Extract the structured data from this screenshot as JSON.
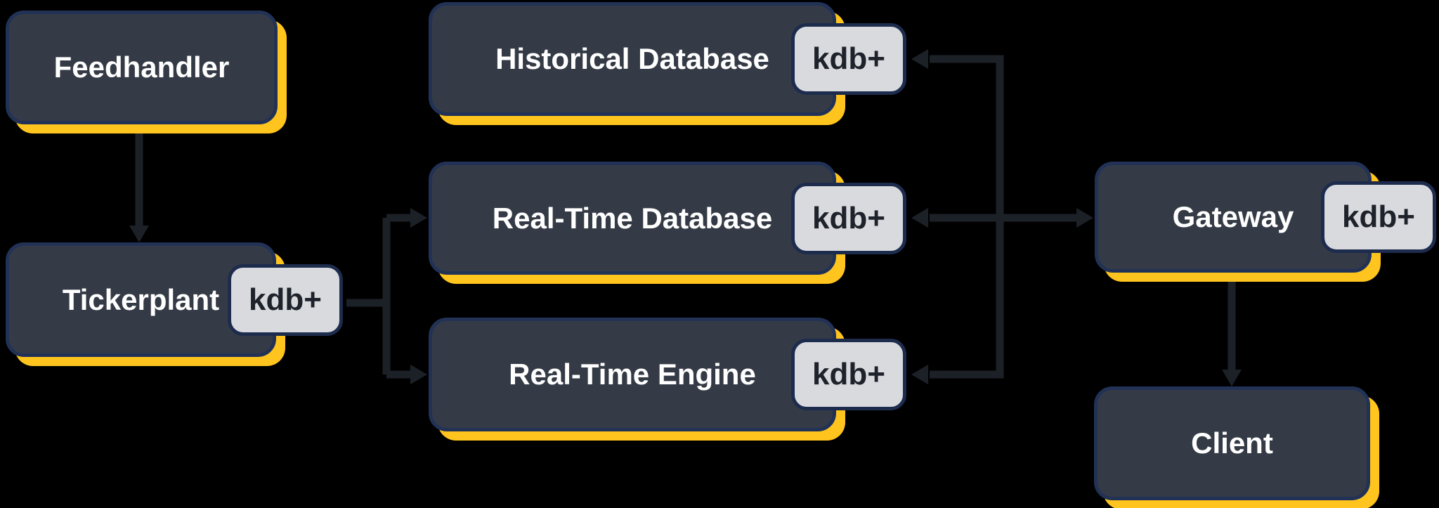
{
  "colors": {
    "background": "#000000",
    "node_fill": "#353b46",
    "node_border": "#223256",
    "node_shadow_yellow": "#ffc41d",
    "node_text": "#ffffff",
    "badge_fill": "#d8dade",
    "badge_border": "#1d2b4d",
    "badge_text": "#1e222a",
    "arrow": "#1c2127"
  },
  "nodes": [
    {
      "id": "feedhandler",
      "label": "Feedhandler"
    },
    {
      "id": "tickerplant",
      "label": "Tickerplant",
      "badge": "kdb+"
    },
    {
      "id": "historical-database",
      "label": "Historical Database",
      "badge": "kdb+"
    },
    {
      "id": "real-time-database",
      "label": "Real-Time Database",
      "badge": "kdb+"
    },
    {
      "id": "real-time-engine",
      "label": "Real-Time Engine",
      "badge": "kdb+"
    },
    {
      "id": "gateway",
      "label": "Gateway",
      "badge": "kdb+"
    },
    {
      "id": "client",
      "label": "Client"
    }
  ],
  "edges": [
    {
      "from": "Feedhandler",
      "to": "Tickerplant",
      "style": "arrow"
    },
    {
      "from": "Tickerplant (kdb+)",
      "to": "Real-Time Database",
      "style": "arrow"
    },
    {
      "from": "Tickerplant (kdb+)",
      "to": "Real-Time Engine",
      "style": "arrow"
    },
    {
      "from": "Gateway",
      "to": "Historical Database (kdb+)",
      "style": "arrow"
    },
    {
      "from": "Gateway",
      "to": "Real-Time Database (kdb+)",
      "style": "double-arrow"
    },
    {
      "from": "Gateway",
      "to": "Real-Time Engine (kdb+)",
      "style": "arrow"
    },
    {
      "from": "Gateway",
      "to": "Client",
      "style": "arrow"
    }
  ]
}
